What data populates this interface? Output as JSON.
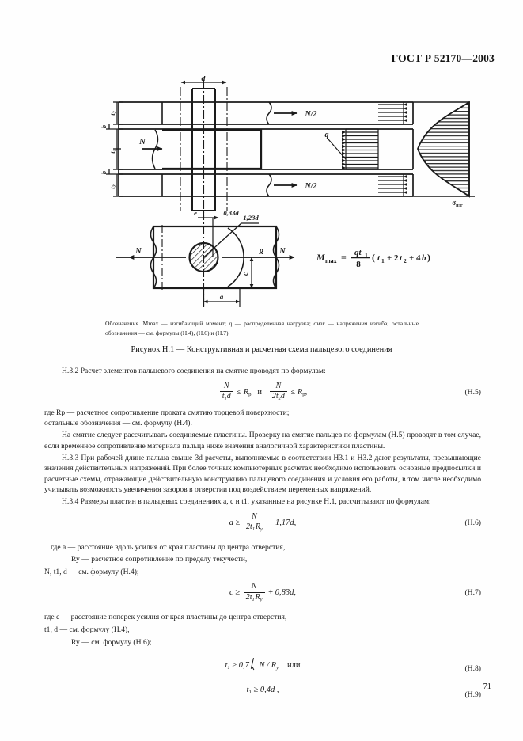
{
  "header": {
    "standard": "ГОСТ Р 52170—2003"
  },
  "figure": {
    "name": "figure-H1",
    "labels": {
      "d": "d",
      "t1": "t",
      "t1_sub": "1",
      "t2": "t",
      "t2_sub": "2",
      "b": "b",
      "N": "N",
      "N_half": "N/2",
      "q": "q",
      "sigma_bend": "σ",
      "sigma_bend_sub": "изг",
      "dim_033d": "0,33d",
      "dim_123d": "1,23d",
      "dim_a": "a",
      "dim_c": "c",
      "dim_e": "e",
      "dim_R": "R",
      "formula_Mmax": "M_max = q·t₁/8 · (t₁ + 2t₂ + 4b)"
    },
    "note": "Обозначения. Mmax — изгибающий момент; q — распределенная нагрузка; σизг — напряжения изгиба; остальные обозначения — см. формулы (Н.4), (Н.6) и (Н.7)",
    "title": "Рисунок Н.1 — Конструктивная и расчетная схема пальцевого соединения"
  },
  "body": {
    "p_h32": "Н.3.2 Расчет элементов пальцевого соединения на смятие проводят по формулам:",
    "formula_H5_num": "(Н.5)",
    "where_Rp_1": "где  Rp — расчетное сопротивление проката смятию торцевой поверхности;",
    "where_Rp_2": "остальные обозначения — см. формулу (Н.4).",
    "p_smjatie": "На смятие следует рассчитывать соединяемые пластины. Проверку на смятие пальцев по формулам (Н.5) проводят в том случае, если временное сопротивление материала пальца ниже значения аналогичной характеристики пластины.",
    "p_h33": "Н.3.3 При рабочей длине пальца свыше 3d расчеты, выполняемые в соответствии Н3.1 и Н3.2 дают результаты, превышающие значения действительных напряжений. При более точных компьютерных расчетах необходимо использовать основные предпосылки и расчетные схемы, отражающие действительную конструкцию пальцевого соединения и условия его работы, в том числе необходимо учитывать возможность увеличения зазоров в отверстии под воздействием переменных напряжений.",
    "p_h34": "Н.3.4 Размеры пластин в пальцевых соединениях a, c и t1, указанные на рисунке Н.1, рассчитывают по формулам:",
    "formula_H6_num": "(Н.6)",
    "where_a": "где  a — расстояние вдоль усилия от края пластины до центра отверстия,",
    "where_Ry_1": "Ry — расчетное сопротивление по пределу текучести,",
    "where_ntd": "N,  t1,  d — см. формулу (Н.4);",
    "formula_H7_num": "(Н.7)",
    "where_c": "где  c — расстояние поперек усилия от края пластины до центра отверстия,",
    "where_t1d": "t1,  d  — см. формулу (Н.4),",
    "where_Ry_2": "Ry — см. формулу (Н.6);",
    "formula_H8_num": "(Н.8)",
    "formula_H8_or": "или",
    "formula_H9_num": "(Н.9)"
  },
  "footer": {
    "page_number": "71"
  },
  "colors": {
    "ink": "#1a1a1a",
    "paper": "#fefefe"
  }
}
